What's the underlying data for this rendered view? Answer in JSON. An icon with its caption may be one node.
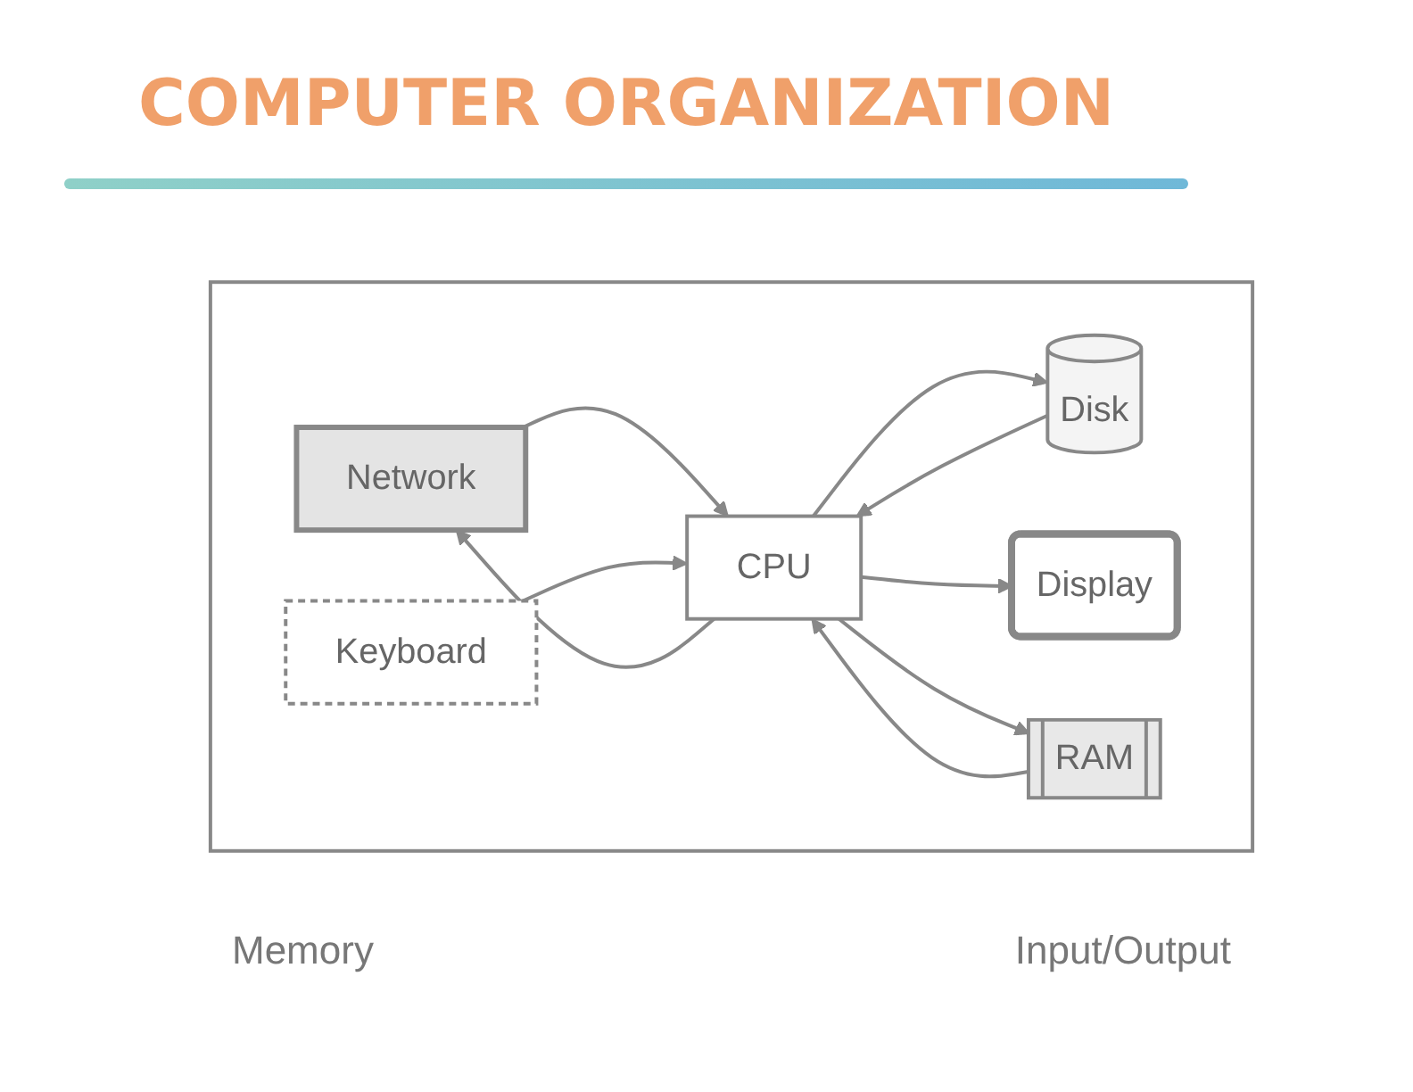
{
  "diagram": {
    "title": "COMPUTER ORGANIZATION",
    "nodes": [
      {
        "text": [],
        "shape": "box"
      },
      {
        "text": [
          "Network"
        ],
        "in": 0
      },
      {
        "text": [
          "Disk"
        ],
        "in": 0
      },
      {
        "text": [
          "Display"
        ],
        "in": 0
      },
      {
        "text": [
          "CPU"
        ],
        "in": 0
      },
      {
        "text": [
          "RAM"
        ],
        "in": 0
      },
      {
        "text": [
          "Keyboard"
        ],
        "in": 0
      }
    ],
    "edges": [
      {
        "from": 4,
        "to": 1,
        "arrow": "to"
      },
      {
        "from": 1,
        "to": 4,
        "arrow": "to"
      },
      {
        "from": 4,
        "to": 2,
        "arrow": "to"
      },
      {
        "from": 2,
        "to": 4,
        "arrow": "to"
      },
      {
        "from": 4,
        "to": 3,
        "arrow": "to"
      },
      {
        "from": 4,
        "to": 5,
        "arrow": "to"
      },
      {
        "from": 5,
        "to": 4,
        "arrow": "to"
      },
      {
        "from": 6,
        "to": 4,
        "arrow": "to"
      }
    ],
    "labels": [
      "Memory",
      "Input/Output"
    ]
  }
}
